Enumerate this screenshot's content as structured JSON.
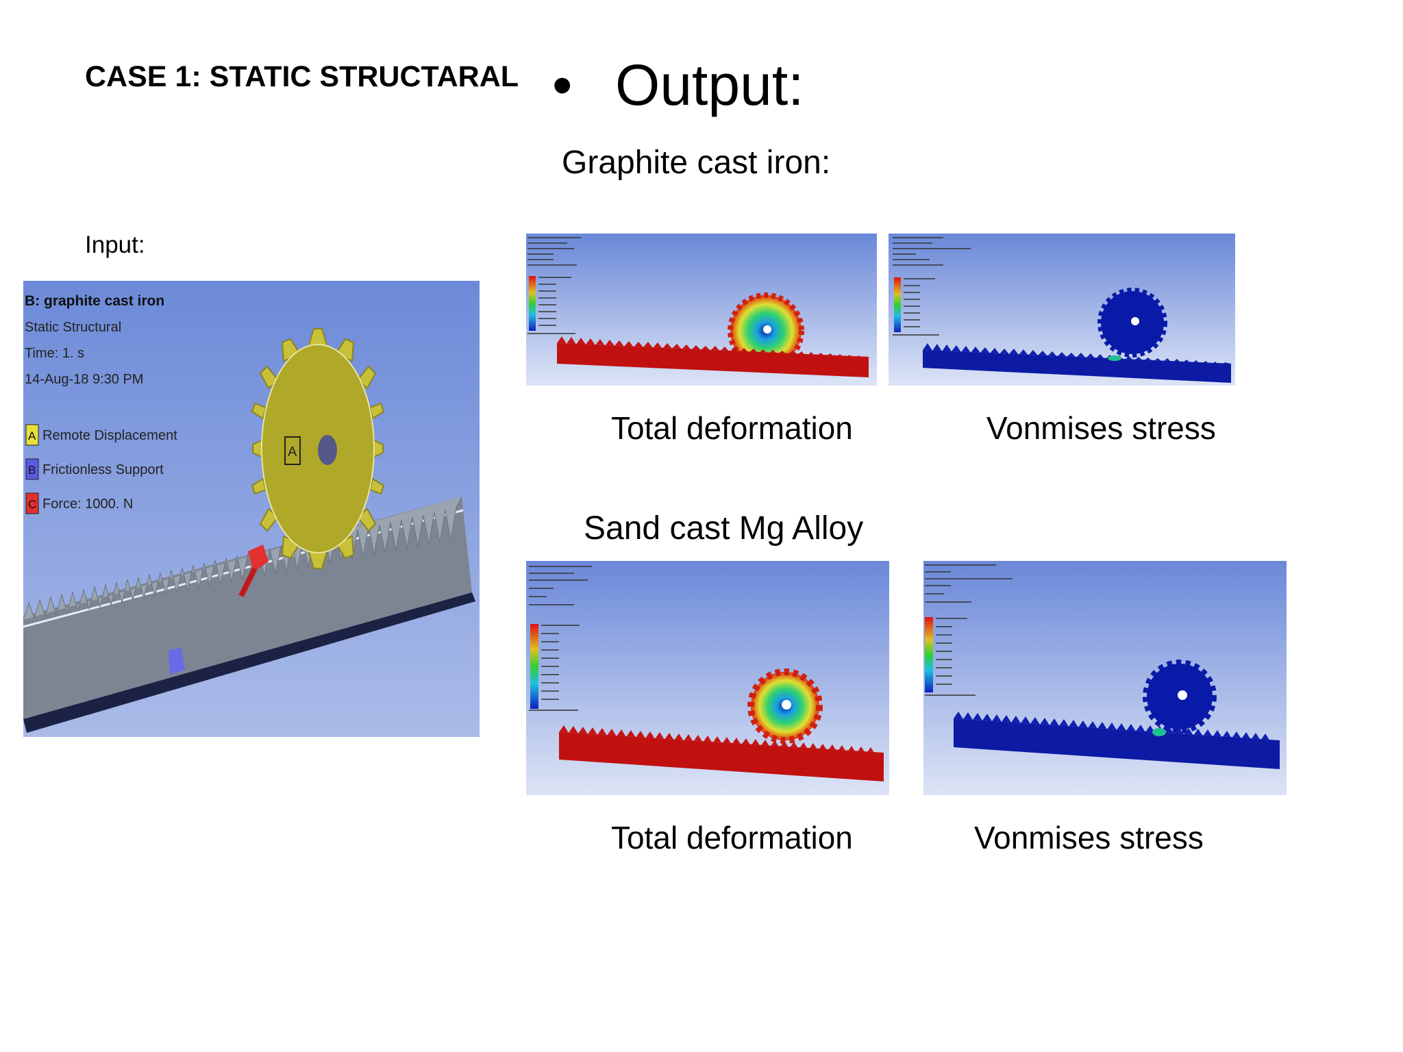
{
  "slide": {
    "case_title": "CASE 1: STATIC STRUCTARAL",
    "output_heading": "Output:",
    "bullet_glyph": "•",
    "input_label": "Input:",
    "material_1": "Graphite cast iron:",
    "material_2": "Sand cast Mg Alloy"
  },
  "input_figure": {
    "header_lines": [
      "B: graphite cast iron",
      "Static Structural",
      "Time: 1. s",
      "14-Aug-18 9:30 PM"
    ],
    "legend": [
      {
        "key": "A",
        "label": "Remote Displacement",
        "color": "#e8e03a"
      },
      {
        "key": "B",
        "label": "Frictionless Support",
        "color": "#5a5ae0"
      },
      {
        "key": "C",
        "label": "Force: 1000. N",
        "color": "#e03030"
      }
    ]
  },
  "results": {
    "graphite": {
      "deformation_caption": "Total deformation",
      "stress_caption": "Vonmises stress"
    },
    "magnesium": {
      "deformation_caption": "Total deformation",
      "stress_caption": "Vonmises stress"
    }
  },
  "colors": {
    "ansys_bg_top": "#6a88d8",
    "ansys_bg_bottom": "#d8e0f4",
    "gear_yellow": "#b8b030",
    "rack_red": "#c41010",
    "model_blue": "#0a1aa8"
  }
}
